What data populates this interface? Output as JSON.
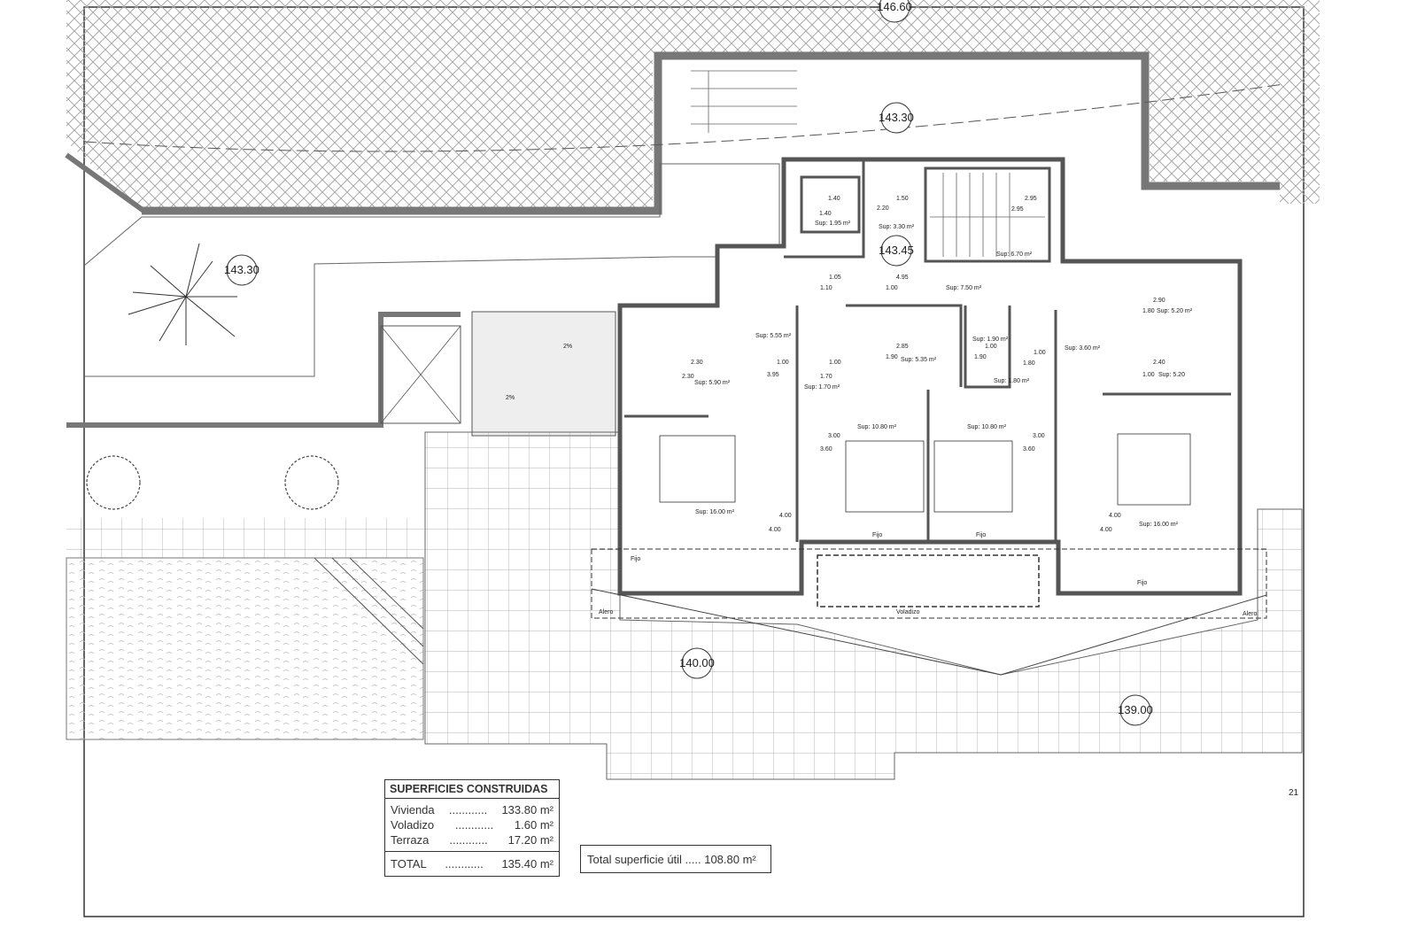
{
  "plan": {
    "levels": [
      "146.60",
      "143.30",
      "143.30",
      "143.45",
      "140.00",
      "139.00"
    ],
    "slopes": [
      "2%",
      "2%"
    ],
    "rooms": [
      "Sup: 1.95 m²",
      "Sup: 3.30 m²",
      "Sup: 6.70 m²",
      "Sup: 7.50 m²",
      "Sup: 5.55 m²",
      "Sup: 5.90 m²",
      "Sup: 1.70 m²",
      "Sup: 5.35 m²",
      "Sup: 1.90 m²",
      "Sup: 1.80 m²",
      "Sup: 3.60 m²",
      "Sup: 5.20 m²",
      "Sup: 5.20",
      "Sup: 10.80 m²",
      "Sup: 10.80 m²",
      "Sup: 16.00 m²",
      "Sup: 16.00 m²"
    ],
    "dimensions": [
      "1.40",
      "1.40",
      "1.50",
      "2.20",
      "2.95",
      "2.95",
      "1.05",
      "1.10",
      "4.95",
      "1.00",
      "2.85",
      "1.90",
      "1.00",
      "1.90",
      "1.00",
      "1.80",
      "2.30",
      "2.30",
      "1.00",
      "3.95",
      "1.00",
      "1.70",
      "2.90",
      "1.80",
      "2.40",
      "1.00",
      "3.00",
      "3.60",
      "3.00",
      "3.60",
      "4.00",
      "4.00",
      "4.00",
      "4.00"
    ],
    "annotations": [
      "Fijo",
      "Fijo",
      "Fijo",
      "Fijo",
      "Alero",
      "Alero",
      "Voladizo",
      "21"
    ]
  },
  "superficies": {
    "title": "SUPERFICIES CONSTRUIDAS",
    "rows": [
      {
        "label": "Vivienda",
        "dots": "............",
        "value": "133.80 m²"
      },
      {
        "label": "Voladizo",
        "dots": "............",
        "value": "1.60 m²"
      },
      {
        "label": "Terraza",
        "dots": "............",
        "value": "17.20 m²"
      }
    ],
    "total": {
      "label": "TOTAL",
      "dots": "............",
      "value": "135.40 m²"
    }
  },
  "util": {
    "text": "Total superficie útil ..... 108.80 m²"
  },
  "colors": {
    "wall": "#8a8a8a",
    "line": "#333333",
    "hatch": "#9a9a9a"
  }
}
